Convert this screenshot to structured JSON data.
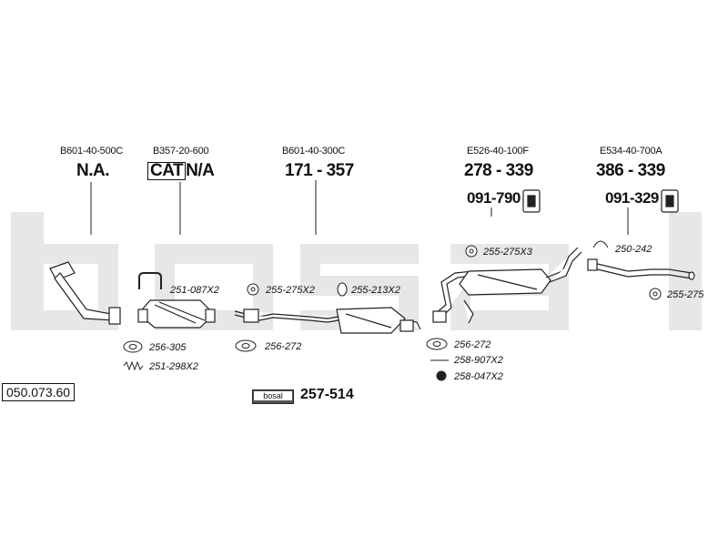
{
  "reference_number": "050.073.60",
  "watermark_text": "bosal",
  "brand_badge": "bosal",
  "kit_total": "257-514",
  "sections": [
    {
      "code": "B601-40-500C",
      "range": "N.A."
    },
    {
      "code": "B357-20-600",
      "cat_label": "CAT",
      "range": "N/A"
    },
    {
      "code": "B601-40-300C",
      "range": "171 - 357"
    },
    {
      "code": "E526-40-100F",
      "range": "278 - 339",
      "hanger": "091-790"
    },
    {
      "code": "E534-40-700A",
      "range": "386 - 339",
      "hanger": "091-329"
    }
  ],
  "parts": {
    "p251_087": "251-087X2",
    "p256_305": "256-305",
    "p251_298": "251-298X2",
    "p255_275x2": "255-275X2",
    "p255_213": "255-213X2",
    "p256_272_a": "256-272",
    "p255_275x3": "255-275X3",
    "p256_272_b": "256-272",
    "p258_907": "258-907X2",
    "p258_047": "258-047X2",
    "p250_242": "250-242",
    "p255_275": "255-275"
  },
  "colors": {
    "watermark": "#e6e6e6",
    "line": "#222222",
    "part_fill": "#ffffff"
  }
}
